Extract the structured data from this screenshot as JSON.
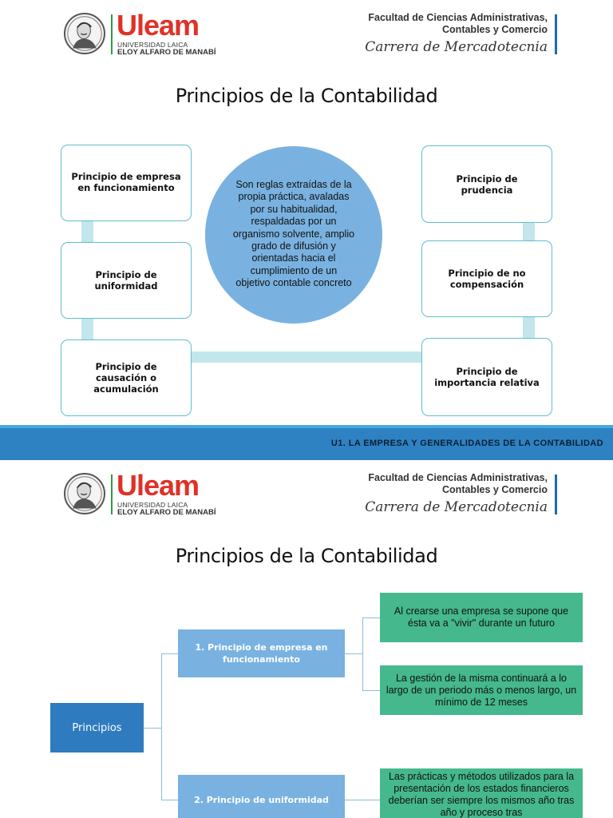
{
  "header": {
    "brand": "Uleam",
    "brand_sub1": "UNIVERSIDAD LAICA",
    "brand_sub2": "ELOY ALFARO DE MANABÍ",
    "faculty_line1": "Facultad de Ciencias Administrativas,",
    "faculty_line2": "Contables y Comercio",
    "career": "Carrera de Mercadotecnia"
  },
  "slide1": {
    "title": "Principios de la Contabilidad",
    "center_text": "Son reglas extraídas de la propia práctica, avaladas por su habitualidad, respaldadas por un organismo solvente, amplio grado de difusión y orientadas hacia el cumplimiento de un objetivo contable concreto",
    "left_boxes": [
      "Principio de empresa en funcionamiento",
      "Principio de uniformidad",
      "Principio de causación o acumulación"
    ],
    "right_boxes": [
      "Principio de prudencia",
      "Principio de no compensación",
      "Principio de importancia relativa"
    ],
    "footer": "U1. LA EMPRESA Y GENERALIDADES DE LA CONTABILIDAD"
  },
  "slide2": {
    "title": "Principios de la Contabilidad",
    "root": "Principios",
    "branches": [
      "1. Principio de empresa en funcionamiento",
      "2. Principio de uniformidad"
    ],
    "leaves": [
      "Al crearse una empresa se supone que ésta va a \"vivir\" durante un futuro",
      "La gestión de la misma continuará a lo largo de un periodo más o menos largo, un mínimo de 12 meses",
      "Las prácticas y métodos utilizados para la presentación de los estados financieros deberían ser siempre los mismos año tras año y proceso tras"
    ]
  },
  "colors": {
    "brand_red": "#e03127",
    "circle_blue": "#79b2e1",
    "box_border_teal": "#5fbfca",
    "connector_light": "#c1e6ec",
    "footer_blue": "#2e82c2",
    "root_blue": "#2e7bc0",
    "leaf_green": "#45b88d"
  },
  "icons": {
    "seal": "founder-portrait-seal-icon"
  }
}
